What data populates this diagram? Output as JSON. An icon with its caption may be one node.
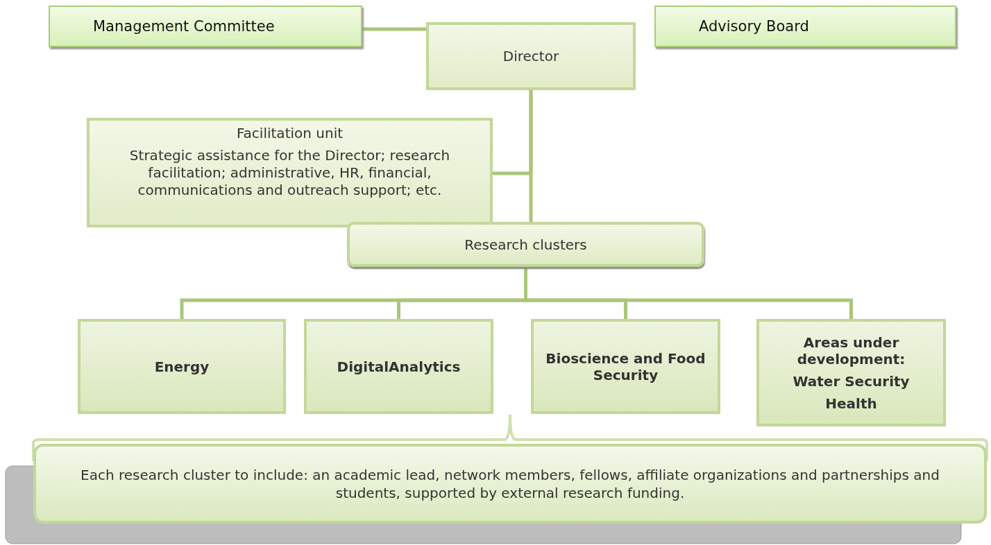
{
  "diagram": {
    "nodes": [
      {
        "text": [
          "Management Committee"
        ]
      },
      {
        "text": [
          "Director"
        ]
      },
      {
        "text": [
          "Advisory Board"
        ]
      },
      {
        "text": [
          "Facilitation unit",
          "Strategic assistance for the Director; research facilitation; administrative, HR, financial, communications and outreach support; etc."
        ]
      },
      {
        "text": [
          "Research clusters"
        ]
      },
      {
        "text": [
          "Energy"
        ]
      },
      {
        "text": [
          "DigitalAnalytics"
        ]
      },
      {
        "text": [
          "Bioscience and Food Security"
        ]
      },
      {
        "text": [
          "Areas under development:",
          "Water Security",
          "Health"
        ]
      },
      {
        "text": [
          "Each research cluster to include: an academic lead, network members, fellows, affiliate organizations and partnerships and students, supported by external research funding."
        ]
      }
    ],
    "edges": [
      {
        "from": 0,
        "to": 1,
        "arrow": "none"
      },
      {
        "from": 1,
        "to": 3,
        "arrow": "none"
      },
      {
        "from": 1,
        "to": 4,
        "arrow": "none"
      },
      {
        "from": 4,
        "to": 5,
        "arrow": "none"
      },
      {
        "from": 4,
        "to": 6,
        "arrow": "none"
      },
      {
        "from": 4,
        "to": 7,
        "arrow": "none"
      },
      {
        "from": 4,
        "to": 8,
        "arrow": "none"
      }
    ]
  }
}
